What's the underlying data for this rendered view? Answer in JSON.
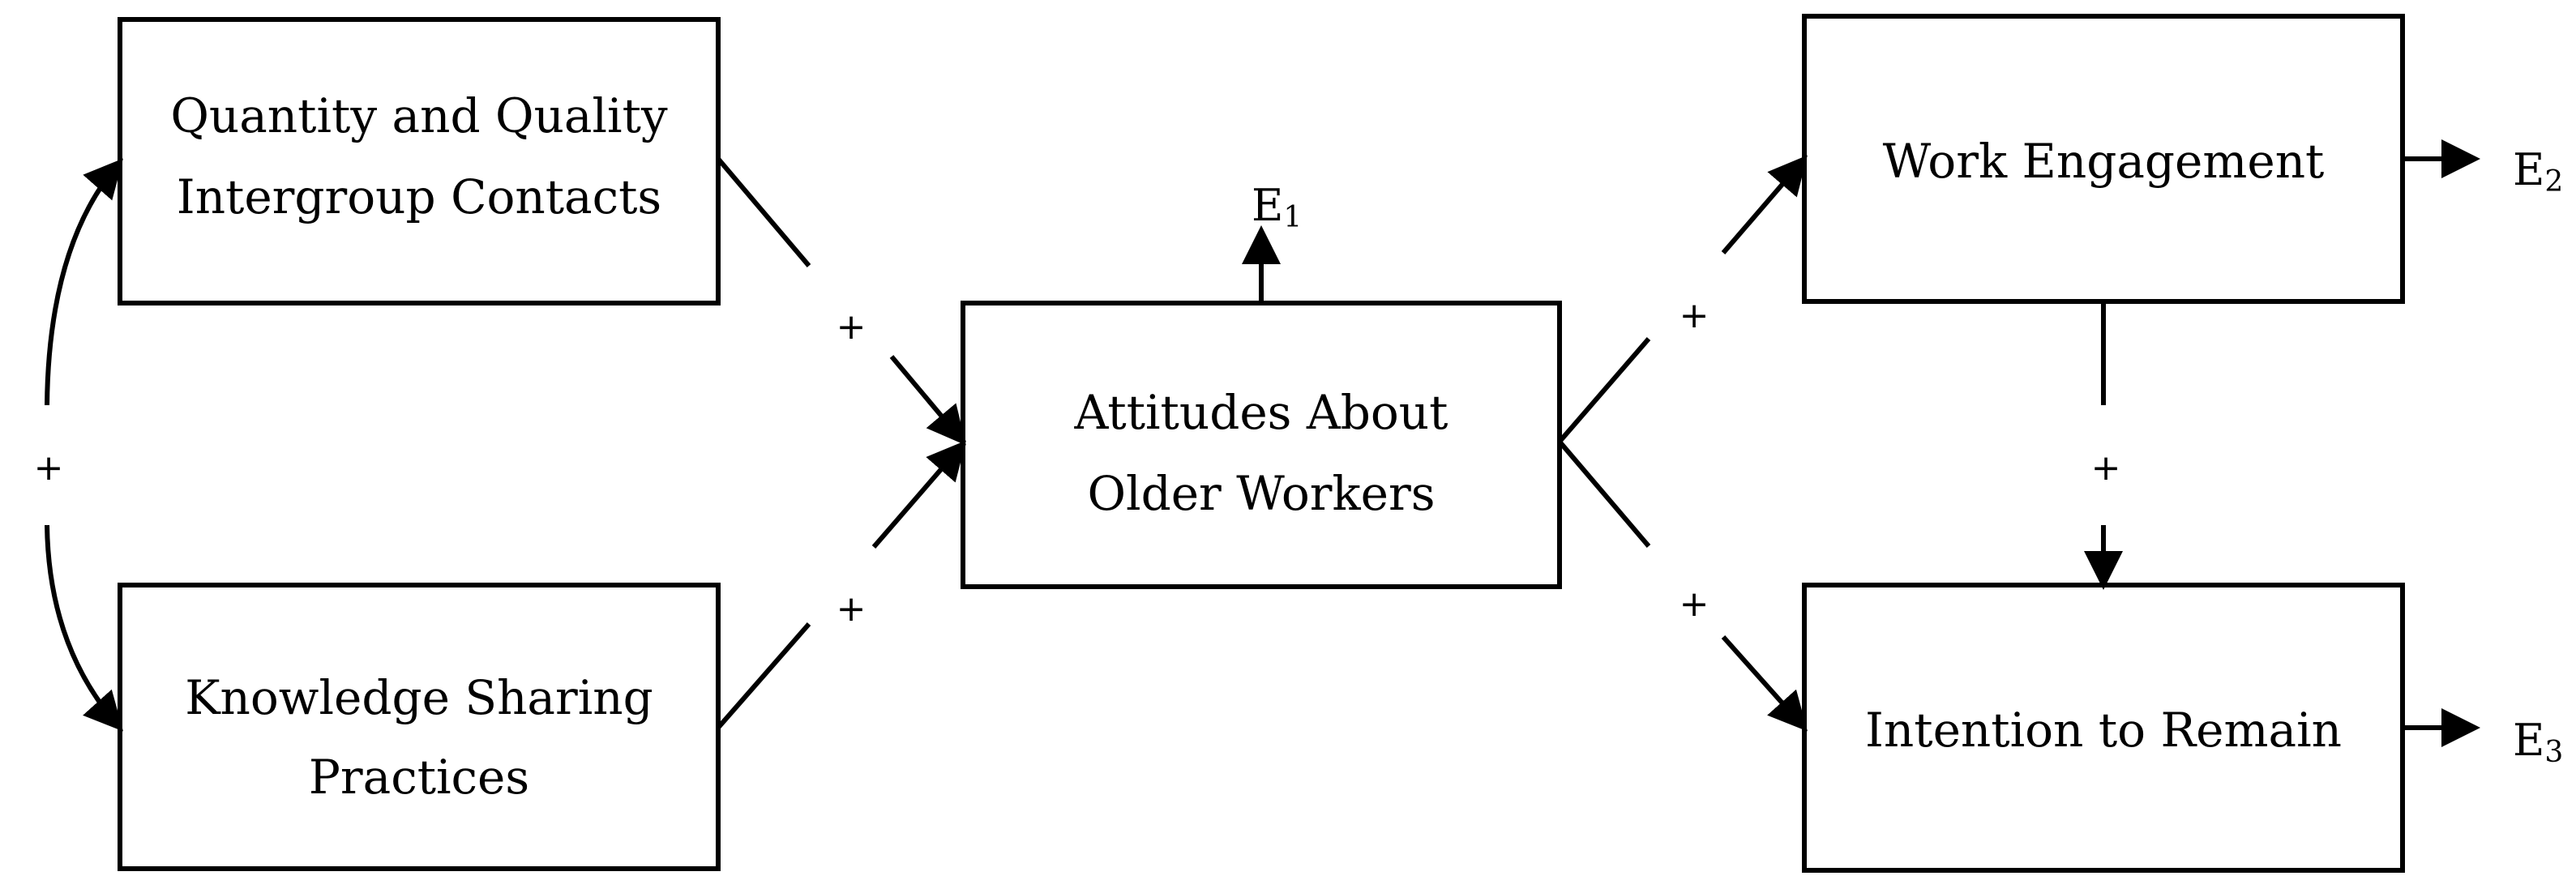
{
  "nodes": {
    "contacts": {
      "line1": "Quantity and Quality",
      "line2": "Intergroup Contacts"
    },
    "knowledge": {
      "line1": "Knowledge Sharing",
      "line2": "Practices"
    },
    "attitudes": {
      "line1": "Attitudes About",
      "line2": "Older Workers"
    },
    "engagement": {
      "line1": "Work Engagement"
    },
    "intention": {
      "line1": "Intention to Remain"
    }
  },
  "errors": {
    "e1": {
      "letter": "E",
      "sub": "1"
    },
    "e2": {
      "letter": "E",
      "sub": "2"
    },
    "e3": {
      "letter": "E",
      "sub": "3"
    }
  },
  "signs": {
    "correlation": "+",
    "contacts_to_attitudes": "+",
    "knowledge_to_attitudes": "+",
    "attitudes_to_engagement": "+",
    "attitudes_to_intention": "+",
    "engagement_to_intention": "+"
  }
}
